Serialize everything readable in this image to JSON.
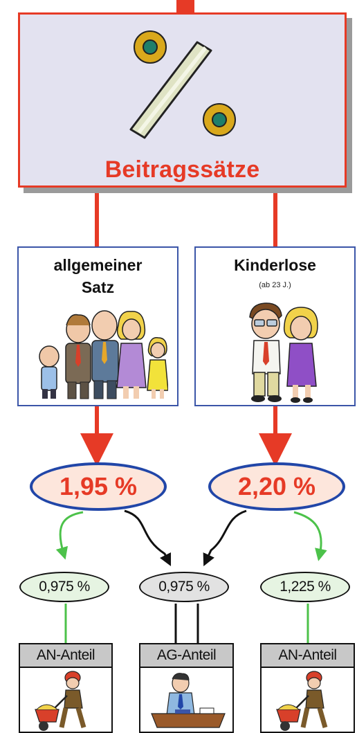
{
  "header": {
    "title": "Beitragssätze"
  },
  "cards": [
    {
      "title_line1": "allgemeiner",
      "title_line2": "Satz",
      "subtitle": ""
    },
    {
      "title_line1": "Kinderlose",
      "title_line2": "",
      "subtitle": "(ab 23 J.)"
    }
  ],
  "rates": [
    {
      "value": "1,95 %"
    },
    {
      "value": "2,20 %"
    }
  ],
  "splits": [
    {
      "value": "0,975 %"
    },
    {
      "value": "0,975 %"
    },
    {
      "value": "1,225 %"
    }
  ],
  "shares": [
    {
      "label": "AN-Anteil"
    },
    {
      "label": "AG-Anteil"
    },
    {
      "label": "AN-Anteil"
    }
  ],
  "colors": {
    "red": "#e63a26",
    "blue": "#2146a8",
    "green": "#4cc24a",
    "header_bg": "#e3e2f0",
    "rate_oval_bg": "#fde6dc",
    "split_oval_green": "#e6f4e2",
    "split_oval_grey": "#e2e2e2",
    "share_label_bg": "#c8c8c8"
  },
  "icons": [
    "percent-sign-icon",
    "family-illustration",
    "couple-illustration",
    "worker-wheelbarrow-icon",
    "employer-desk-icon"
  ]
}
